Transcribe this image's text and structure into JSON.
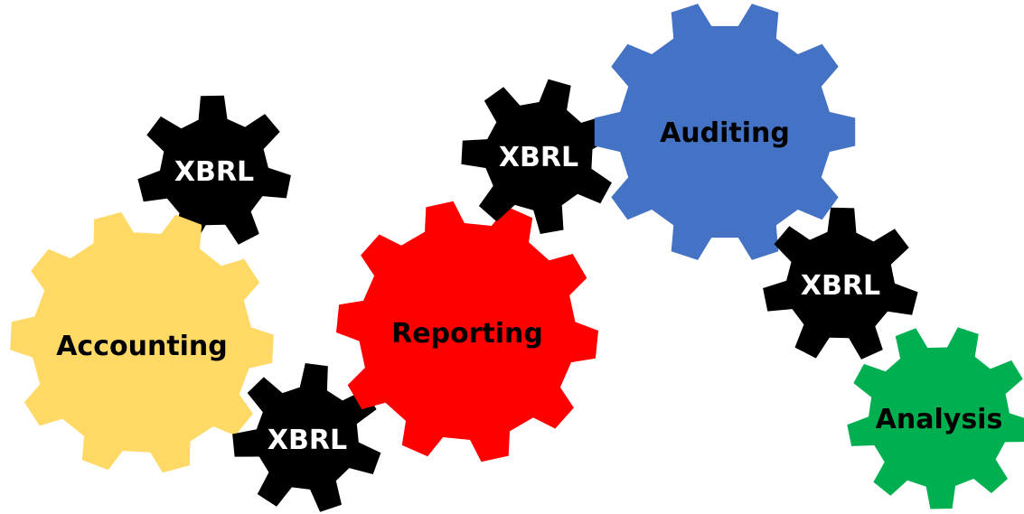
{
  "gears": [
    {
      "id": "xbrl-top-left",
      "label": "XBRL",
      "color": "#000000",
      "text_color": "#ffffff",
      "role": "connector"
    },
    {
      "id": "accounting",
      "label": "Accounting",
      "color": "#FFD966",
      "text_color": "#000000",
      "role": "stage"
    },
    {
      "id": "xbrl-bottom",
      "label": "XBRL",
      "color": "#000000",
      "text_color": "#ffffff",
      "role": "connector"
    },
    {
      "id": "reporting",
      "label": "Reporting",
      "color": "#FF0000",
      "text_color": "#000000",
      "role": "stage"
    },
    {
      "id": "xbrl-middle",
      "label": "XBRL",
      "color": "#000000",
      "text_color": "#ffffff",
      "role": "connector"
    },
    {
      "id": "auditing",
      "label": "Auditing",
      "color": "#4472C4",
      "text_color": "#000000",
      "role": "stage"
    },
    {
      "id": "xbrl-right",
      "label": "XBRL",
      "color": "#000000",
      "text_color": "#ffffff",
      "role": "connector"
    },
    {
      "id": "analysis",
      "label": "Analysis",
      "color": "#00B050",
      "text_color": "#000000",
      "role": "stage"
    }
  ]
}
